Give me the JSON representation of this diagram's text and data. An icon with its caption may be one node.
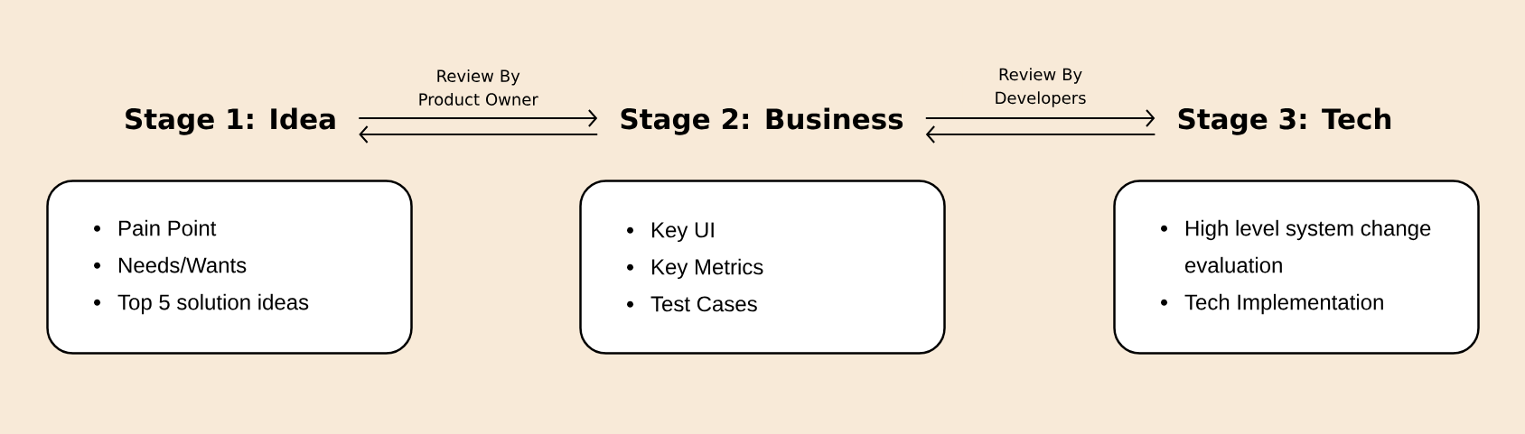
{
  "diagram": {
    "nodes": [
      {
        "text": [
          "Stage 1: Idea"
        ]
      },
      {
        "text": [
          "Pain Point",
          "Needs/Wants",
          "Top 5 solution ideas"
        ]
      },
      {
        "text": [
          "Stage 2: Business"
        ]
      },
      {
        "text": [
          "Key UI",
          "Key Metrics",
          "Test Cases"
        ]
      },
      {
        "text": [
          "Stage 3: Tech"
        ]
      },
      {
        "text": [
          "High level system change evaluation",
          "Tech Implementation"
        ]
      }
    ],
    "edges": [
      {
        "from": 0,
        "to": 2,
        "arrow": "to",
        "label": "Review By Product Owner"
      },
      {
        "from": 2,
        "to": 0,
        "arrow": "to"
      },
      {
        "from": 2,
        "to": 4,
        "arrow": "to",
        "label": "Review By Developers"
      },
      {
        "from": 4,
        "to": 2,
        "arrow": "to"
      }
    ]
  }
}
